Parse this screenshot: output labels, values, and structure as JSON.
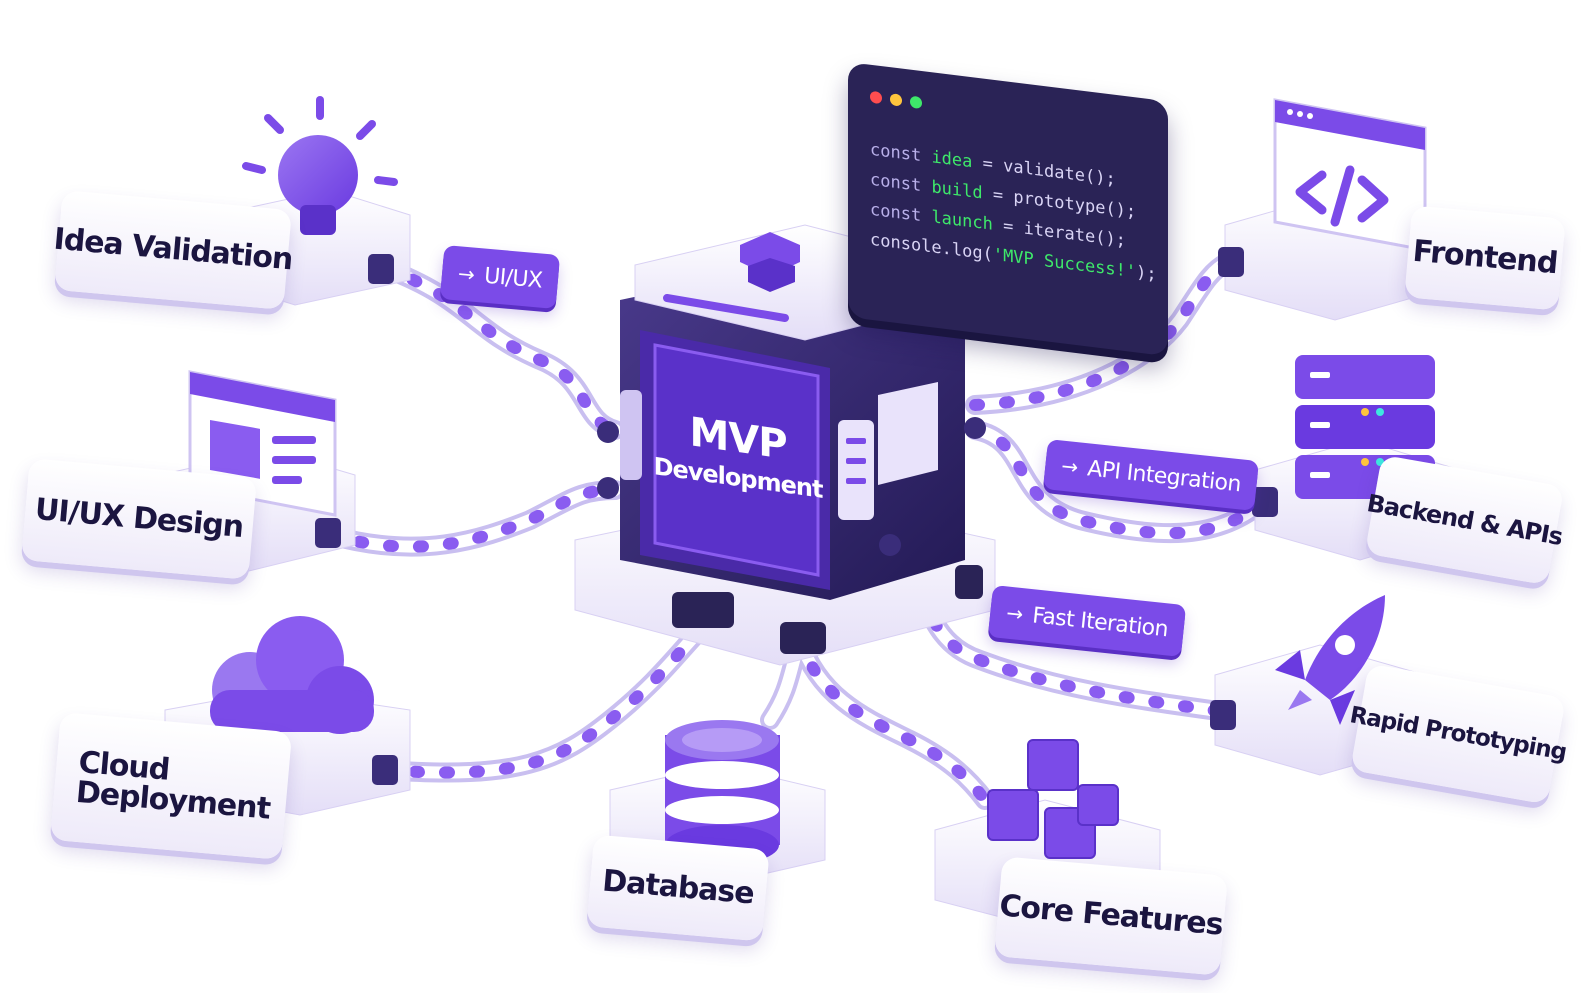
{
  "center": {
    "title": "MVP",
    "subtitle": "Development"
  },
  "code_window": {
    "lines": [
      {
        "kw": "const",
        "var": "idea",
        "rest": " = validate();"
      },
      {
        "kw": "const",
        "var": "build",
        "rest": " = prototype();"
      },
      {
        "kw": "const",
        "var": "launch",
        "rest": " = iterate();"
      },
      {
        "plain_pre": "console.log(",
        "str": "'MVP Success!'",
        "plain_post": ");"
      }
    ],
    "dot_colors": [
      "#ff4d4f",
      "#ffc53d",
      "#3ee86a"
    ]
  },
  "nodes": {
    "idea_validation": "Idea Validation",
    "ui_ux_design": "UI/UX Design",
    "cloud_line1": "Cloud",
    "cloud_line2": "Deployment",
    "database": "Database",
    "core_features": "Core Features",
    "rapid_prototyping": "Rapid Prototyping",
    "backend_apis": "Backend & APIs",
    "frontend": "Frontend"
  },
  "connectors": {
    "ui_ux": "UI/UX",
    "api_integration": "API Integration",
    "fast_iteration": "Fast Iteration"
  },
  "icons": [
    "lightbulb-icon",
    "ui-window-icon",
    "cloud-icon",
    "database-icon",
    "cubes-icon",
    "rocket-icon",
    "server-icon",
    "code-window-icon",
    "arrow-right-icon"
  ],
  "colors": {
    "accent": "#7b4be8",
    "accent_dark": "#4a2aa8",
    "navy": "#2a2356",
    "text": "#1b1540",
    "panel": "#eeeaf9"
  }
}
